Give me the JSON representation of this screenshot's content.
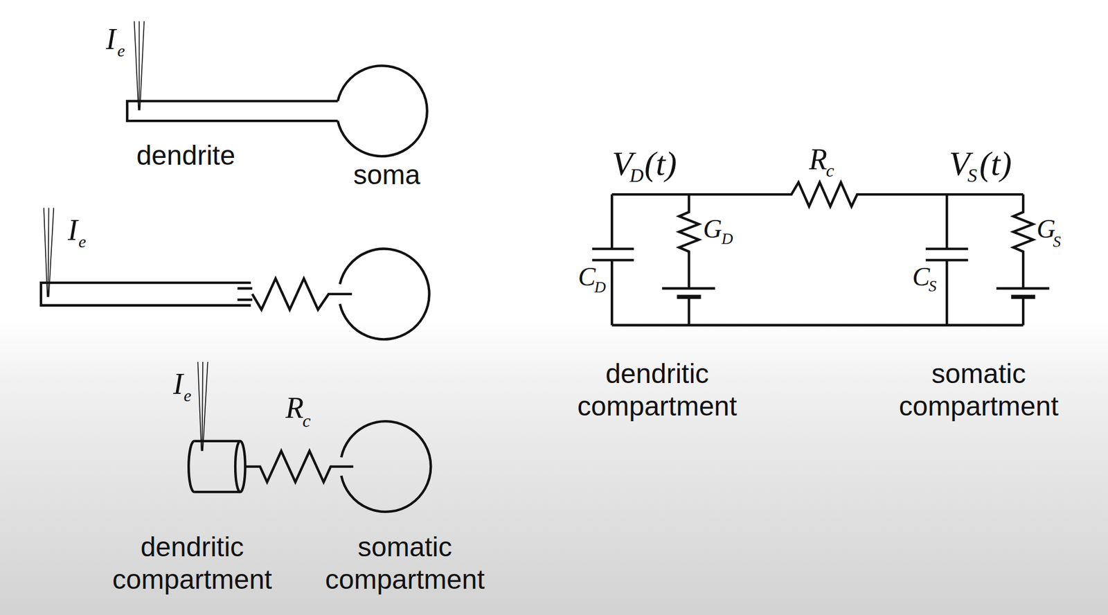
{
  "diagram": {
    "labels": [
      "I",
      "e",
      "dendrite",
      "soma",
      "I",
      "e",
      "I",
      "e",
      "R",
      "c",
      "dendritic compartment",
      "somatic compartment",
      "V",
      "D",
      "(t)",
      "R",
      "c",
      "V",
      "S",
      "(t)",
      "G",
      "D",
      "C",
      "D",
      "C",
      "S",
      "G",
      "S",
      "dendritic compartment",
      "somatic compartment"
    ]
  }
}
